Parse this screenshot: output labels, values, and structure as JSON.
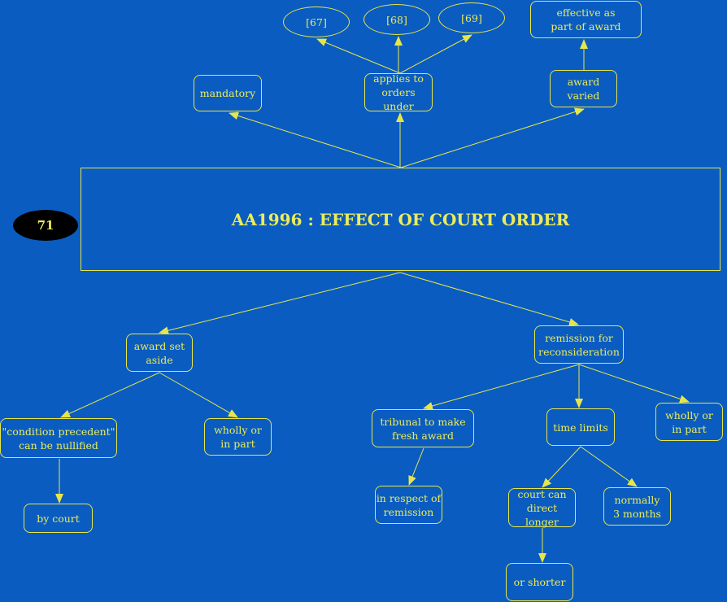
{
  "colors": {
    "background": "#0a5cc0",
    "ink": "#e6e64c",
    "badge": "#000000"
  },
  "badge": "71",
  "title": "AA1996 : EFFECT OF COURT ORDER",
  "nodes": {
    "n67": "[67]",
    "n68": "[68]",
    "n69": "[69]",
    "effective": "effective as\npart of award",
    "mandatory": "mandatory",
    "applies": "applies to\norders under",
    "varied": "award\nvaried",
    "setaside": "award set\naside",
    "remission": "remission for\nreconsideration",
    "condition": "\"condition precedent\"\ncan be nullified",
    "wholly1": "wholly or\nin part",
    "bycourt": "by court",
    "tribunal": "tribunal to make\nfresh award",
    "respect": "in respect of\nremission",
    "timelimits": "time limits",
    "wholly2": "wholly or\nin part",
    "courtcan": "court can\ndirect longer",
    "normally": "normally\n3 months",
    "shorter": "or shorter"
  }
}
